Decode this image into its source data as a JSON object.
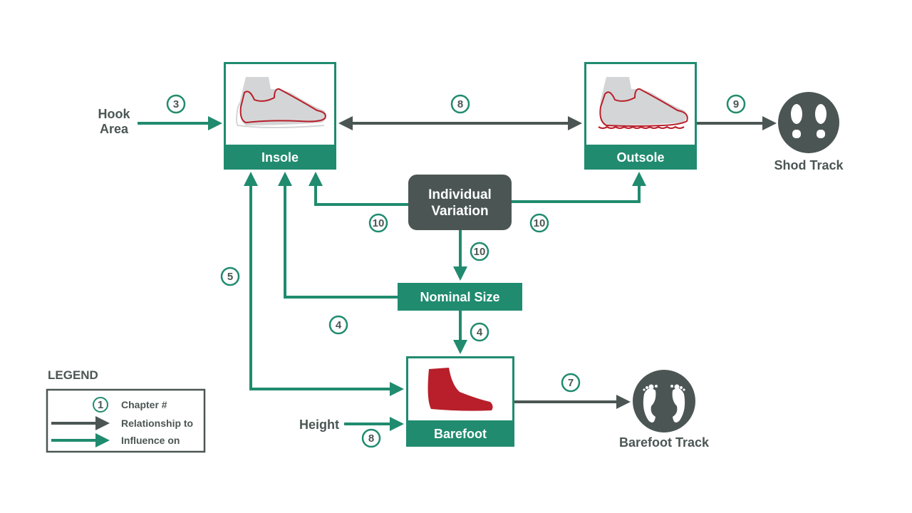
{
  "colors": {
    "green": "#208b6f",
    "dark": "#4b5654",
    "red": "#b81f2a",
    "gray": "#d4d5d6"
  },
  "nodes": {
    "insole": "Insole",
    "outsole": "Outsole",
    "barefoot": "Barefoot",
    "nominal_size": "Nominal Size",
    "individual_variation_line1": "Individual",
    "individual_variation_line2": "Variation",
    "hook_area_line1": "Hook",
    "hook_area_line2": "Area",
    "height": "Height",
    "shod_track": "Shod Track",
    "barefoot_track": "Barefoot Track"
  },
  "chapters": {
    "hook_to_insole": "3",
    "insole_outsole": "8",
    "outsole_to_shod": "9",
    "variation_to_insole": "10",
    "variation_to_outsole": "10",
    "variation_to_nominal": "10",
    "barefoot_insole": "5",
    "nominal_to_insole": "4",
    "nominal_to_barefoot": "4",
    "height_to_barefoot": "8",
    "barefoot_to_track": "7"
  },
  "legend": {
    "title": "LEGEND",
    "chapter_symbol": "1",
    "chapter_label": "Chapter #",
    "relationship_label": "Relationship to",
    "influence_label": "Influence on"
  }
}
